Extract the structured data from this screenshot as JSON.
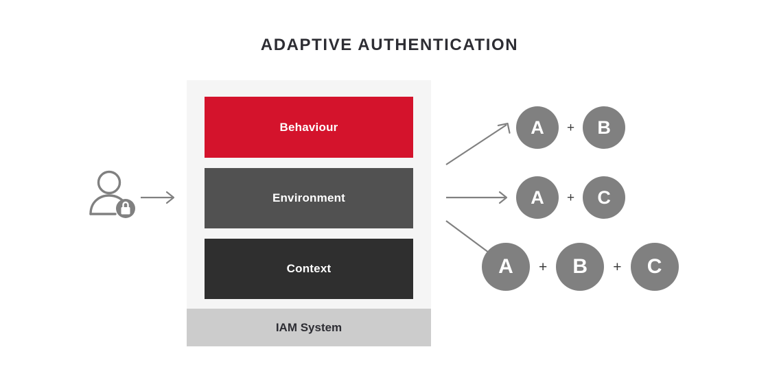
{
  "title": "ADAPTIVE AUTHENTICATION",
  "actor": {
    "icon": "user-with-lock-icon",
    "arrow": "arrow-right-icon"
  },
  "stack": {
    "layers": [
      {
        "label": "Behaviour",
        "color": "#d4132c"
      },
      {
        "label": "Environment",
        "color": "#515151"
      },
      {
        "label": "Context",
        "color": "#2f2f2f"
      }
    ],
    "base": {
      "label": "IAM System",
      "color": "#cccccc"
    },
    "background": "#f5f5f5"
  },
  "branches": [
    {
      "icon": "arrow-up-right-icon",
      "target": "outcome-row-1"
    },
    {
      "icon": "arrow-right-icon",
      "target": "outcome-row-2"
    },
    {
      "icon": "arrow-down-right-icon",
      "target": "outcome-row-3"
    }
  ],
  "outcomes": [
    {
      "name": "outcome-row-1",
      "tokens": [
        "A",
        "B"
      ],
      "separator": "+",
      "token_color": "#808080"
    },
    {
      "name": "outcome-row-2",
      "tokens": [
        "A",
        "C"
      ],
      "separator": "+",
      "token_color": "#808080"
    },
    {
      "name": "outcome-row-3",
      "tokens": [
        "A",
        "B",
        "C"
      ],
      "separator": "+",
      "token_color": "#808080"
    }
  ],
  "colors": {
    "accent_red": "#d4132c",
    "dark": "#2f2f2f",
    "mid_gray": "#515151",
    "token_gray": "#808080",
    "base_gray": "#cccccc",
    "panel_bg": "#f5f5f5",
    "text_dark": "#2d2d33"
  }
}
